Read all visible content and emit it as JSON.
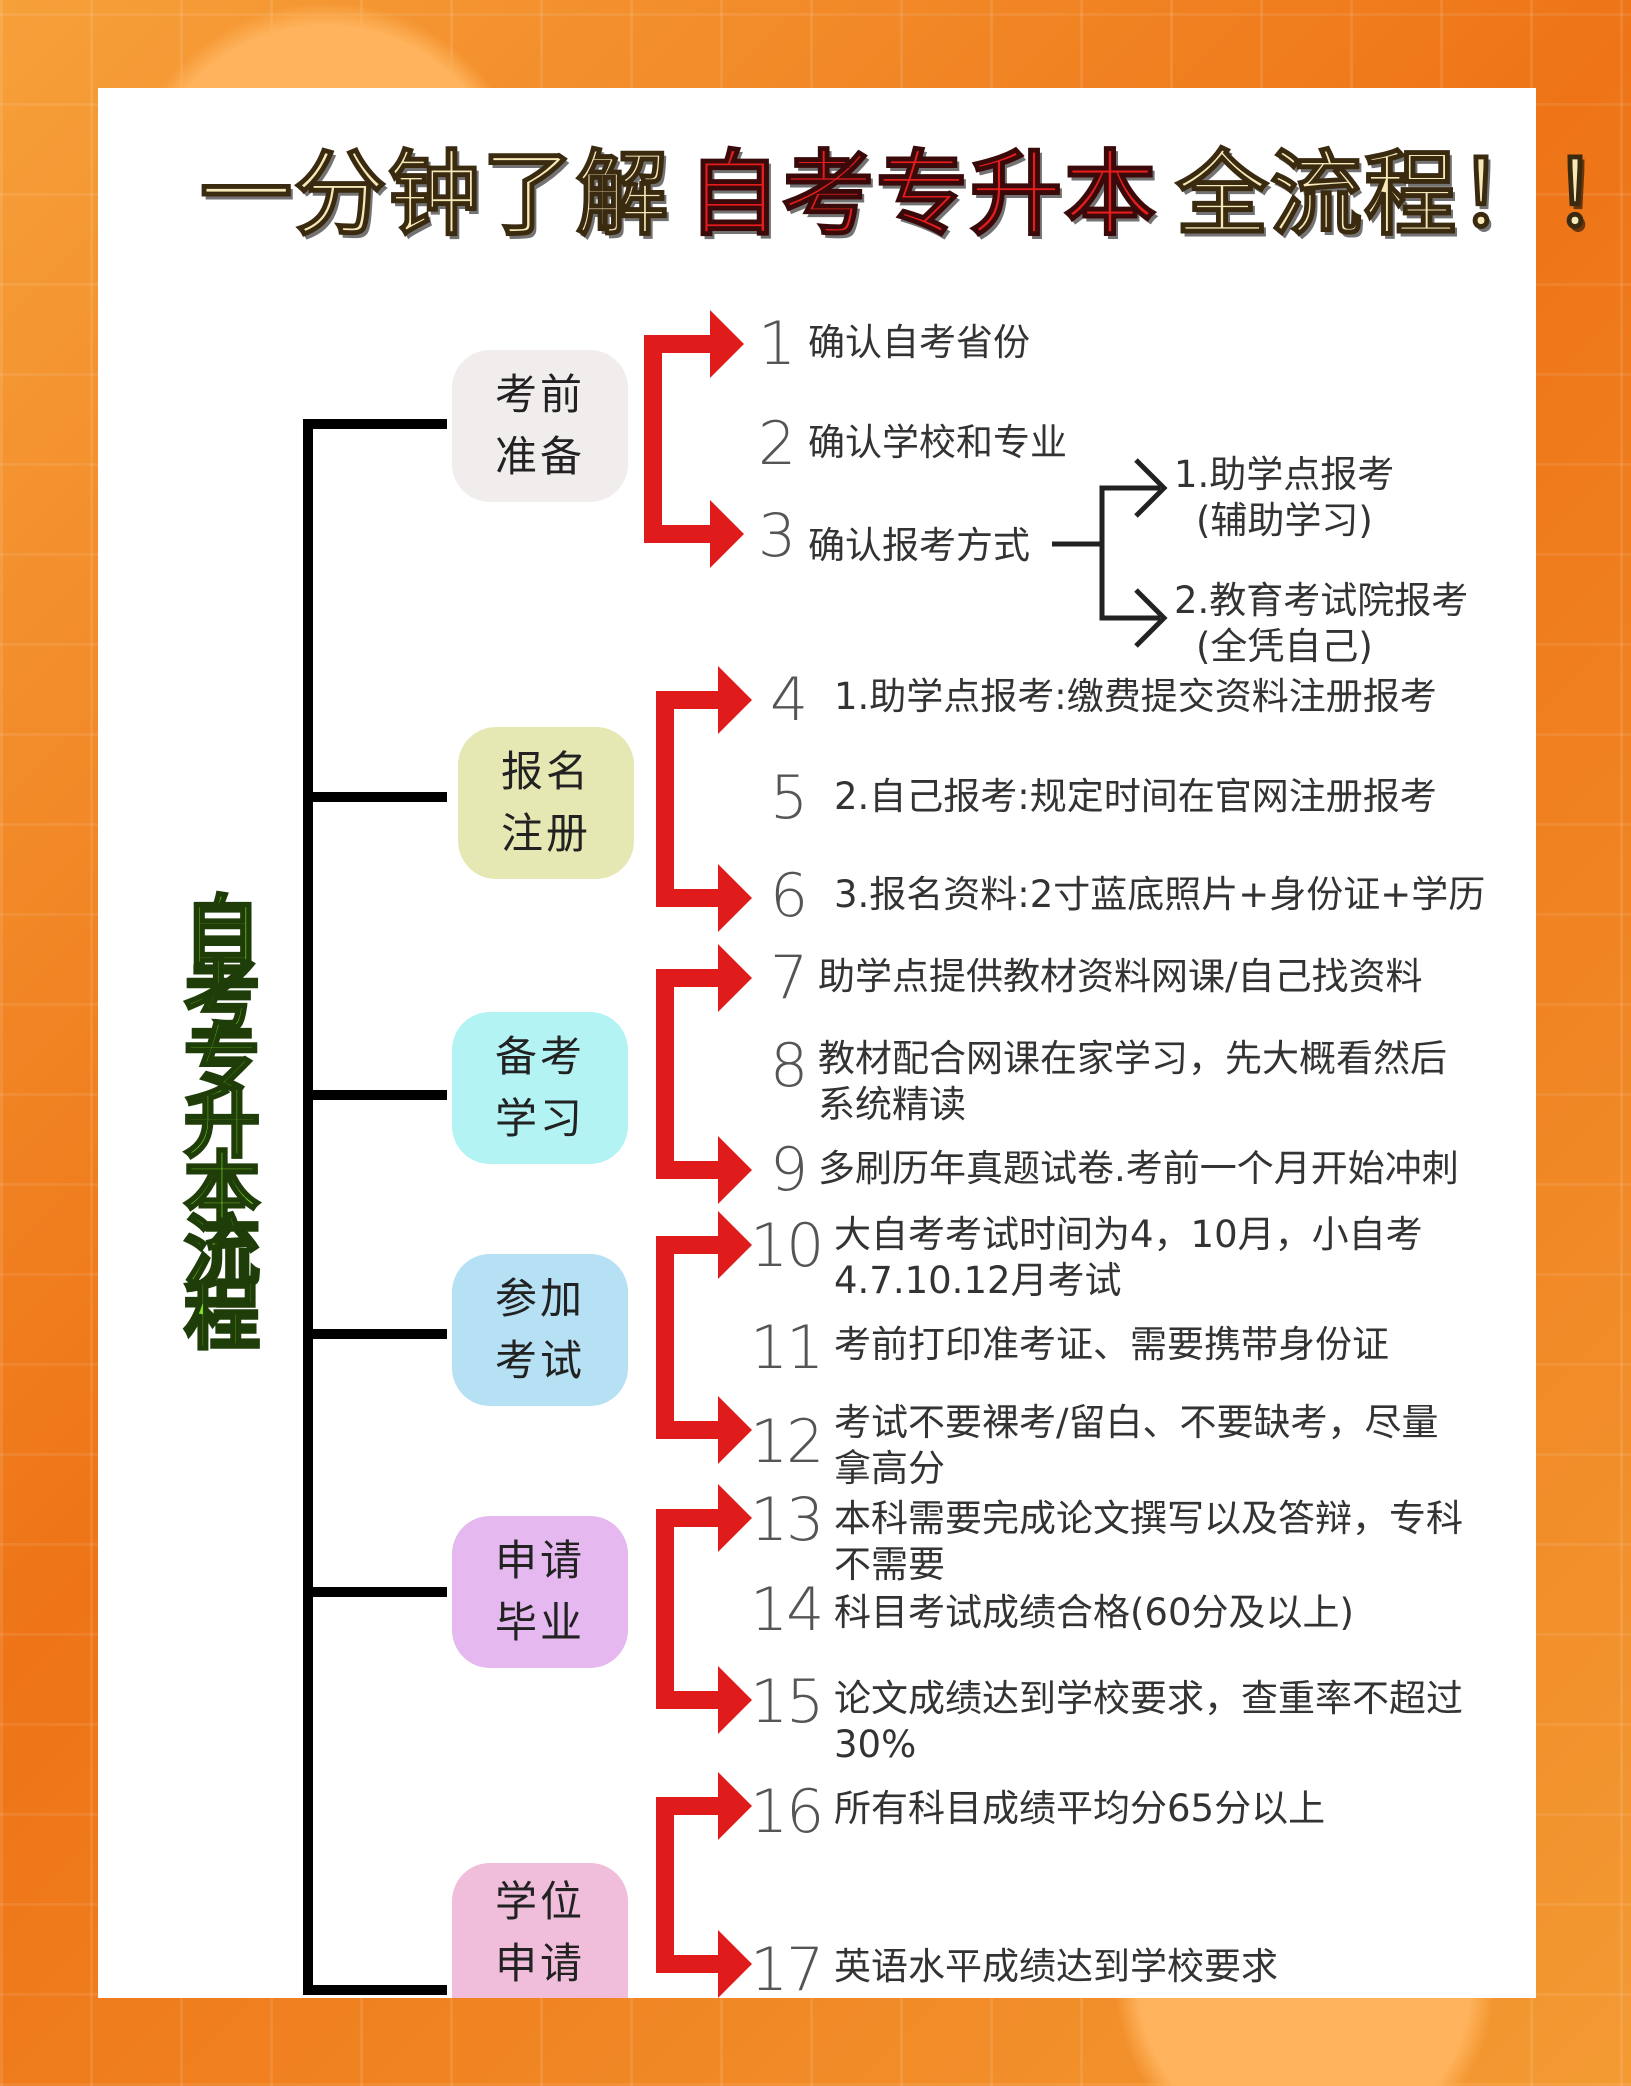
{
  "title": {
    "part1": "一分钟了解",
    "part2": "自考专升本",
    "part3": "全流程！！"
  },
  "vertical_label": [
    "自",
    "考",
    "专",
    "升",
    "本",
    "流",
    "程"
  ],
  "colors": {
    "arrow": "#e01b1b",
    "connector": "#000000",
    "label_green": "#7fe024"
  },
  "stages": [
    {
      "lines": [
        "考前",
        "准备"
      ],
      "color": "#f1eded"
    },
    {
      "lines": [
        "报名",
        "注册"
      ],
      "color": "#e6e8b4"
    },
    {
      "lines": [
        "备考",
        "学习"
      ],
      "color": "#b4f3f4"
    },
    {
      "lines": [
        "参加",
        "考试"
      ],
      "color": "#b6e0f4"
    },
    {
      "lines": [
        "申请",
        "毕业"
      ],
      "color": "#e5b8f0"
    },
    {
      "lines": [
        "学位",
        "申请"
      ],
      "color": "#f0bedb"
    }
  ],
  "steps": [
    {
      "num": "1",
      "lines": [
        "确认自考省份"
      ]
    },
    {
      "num": "2",
      "lines": [
        "确认学校和专业"
      ]
    },
    {
      "num": "3",
      "lines": [
        "确认报考方式"
      ]
    },
    {
      "num": "4",
      "lines": [
        "1.助学点报考:缴费提交资料注册报考"
      ]
    },
    {
      "num": "5",
      "lines": [
        "2.自己报考:规定时间在官网注册报考"
      ]
    },
    {
      "num": "6",
      "lines": [
        "3.报名资料:2寸蓝底照片+身份证+学历"
      ]
    },
    {
      "num": "7",
      "lines": [
        "助学点提供教材资料网课/自己找资料"
      ]
    },
    {
      "num": "8",
      "lines": [
        "教材配合网课在家学习，先大概看然后",
        "系统精读"
      ]
    },
    {
      "num": "9",
      "lines": [
        "多刷历年真题试卷.考前一个月开始冲刺"
      ]
    },
    {
      "num": "10",
      "lines": [
        "大自考考试时间为4，10月，小自考",
        "4.7.10.12月考试"
      ]
    },
    {
      "num": "11",
      "lines": [
        "考前打印准考证、需要携带身份证"
      ]
    },
    {
      "num": "12",
      "lines": [
        "考试不要裸考/留白、不要缺考，尽量",
        "拿高分"
      ]
    },
    {
      "num": "13",
      "lines": [
        "本科需要完成论文撰写以及答辩，专科",
        "不需要"
      ]
    },
    {
      "num": "14",
      "lines": [
        "科目考试成绩合格(60分及以上)"
      ]
    },
    {
      "num": "15",
      "lines": [
        "论文成绩达到学校要求，查重率不超过",
        "30%"
      ]
    },
    {
      "num": "16",
      "lines": [
        "所有科目成绩平均分65分以上"
      ]
    },
    {
      "num": "17",
      "lines": [
        "英语水平成绩达到学校要求"
      ]
    }
  ],
  "sub_options": [
    {
      "lines": [
        "1.助学点报考",
        "(辅助学习)"
      ]
    },
    {
      "lines": [
        "2.教育考试院报考",
        "(全凭自己)"
      ]
    }
  ]
}
